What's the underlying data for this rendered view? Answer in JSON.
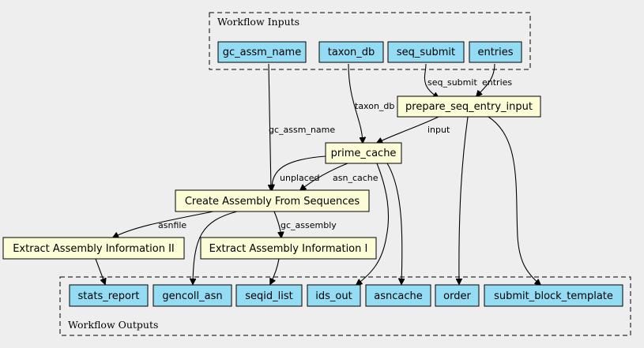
{
  "clusters": {
    "inputs": {
      "label": "Workflow Inputs"
    },
    "outputs": {
      "label": "Workflow Outputs"
    }
  },
  "nodes": {
    "gc_assm_name": "gc_assm_name",
    "taxon_db": "taxon_db",
    "seq_submit": "seq_submit",
    "entries": "entries",
    "prepare_seq_entry_input": "prepare_seq_entry_input",
    "prime_cache": "prime_cache",
    "create_assembly": "Create Assembly From Sequences",
    "extract_info_2": "Extract Assembly Information II",
    "extract_info_1": "Extract Assembly Information I",
    "stats_report": "stats_report",
    "gencoll_asn": "gencoll_asn",
    "seqid_list": "seqid_list",
    "ids_out": "ids_out",
    "asncache": "asncache",
    "order": "order",
    "submit_block_template": "submit_block_template"
  },
  "edge_labels": {
    "seq_submit": "seq_submit",
    "entries": "entries",
    "taxon_db": "taxon_db",
    "gc_assm_name": "gc_assm_name",
    "input": "input",
    "unplaced": "unplaced",
    "asn_cache": "asn_cache",
    "asnfile": "asnfile",
    "gc_assembly": "gc_assembly"
  },
  "colors": {
    "background": "#eeeeee",
    "input_output_fill": "#94dcf3",
    "step_fill": "#fcfcd6"
  }
}
